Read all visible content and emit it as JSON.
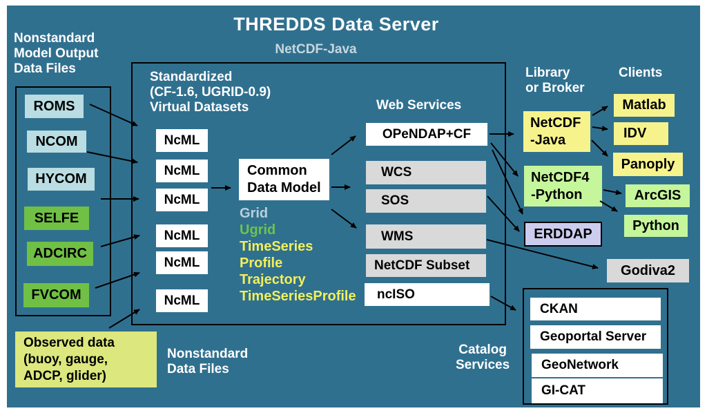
{
  "title": "THREDDS Data Server",
  "netcdf_java_caption": "NetCDF-Java",
  "left_panel": {
    "heading": [
      "Nonstandard",
      "Model Output",
      "Data Files"
    ],
    "sources": [
      "ROMS",
      "NCOM",
      "HYCOM",
      "SELFE",
      "ADCIRC",
      "FVCOM"
    ]
  },
  "standardized_heading": [
    "Standardized",
    "(CF-1.6, UGRID-0.9)",
    "Virtual Datasets"
  ],
  "ncml_label": "NcML",
  "common_data_model": [
    "Common",
    "Data Model"
  ],
  "feature_types": [
    "Grid",
    "Ugrid",
    "TimeSeries",
    "Profile",
    "Trajectory",
    "TimeSeriesProfile"
  ],
  "web_services": {
    "heading": "Web Services",
    "items": [
      "OPeNDAP+CF",
      "WCS",
      "SOS",
      "WMS",
      "NetCDF Subset",
      "ncISO"
    ]
  },
  "library_broker": {
    "heading": [
      "Library",
      "or Broker"
    ],
    "netcdf_java": [
      "NetCDF",
      "-Java"
    ],
    "netcdf4_python": [
      "NetCDF4",
      "-Python"
    ],
    "erddap": "ERDDAP"
  },
  "clients": {
    "heading": "Clients",
    "items": [
      "Matlab",
      "IDV",
      "Panoply",
      "ArcGIS",
      "Python",
      "Godiva2"
    ]
  },
  "catalog_services": {
    "heading": [
      "Catalog",
      "Services"
    ],
    "items": [
      "CKAN",
      "Geoportal Server",
      "GeoNetwork",
      "GI-CAT"
    ]
  },
  "observed_data": [
    "Observed data",
    "(buoy, gauge,",
    "ADCP, glider)"
  ],
  "nonstandard_data_files": [
    "Nonstandard",
    "Data Files"
  ],
  "colors": {
    "background": "#30708f",
    "structured_model_box": "#b9dde2",
    "unstructured_model_box": "#70c045",
    "java_box": "#f7f38c",
    "python_box": "#c5f69b",
    "erddap_box": "#ccccee",
    "service_box": "#d9d9d9",
    "white_box": "#ffffff",
    "observed_box": "#dce87d",
    "feature_grid_text": "#b9cfdd",
    "feature_ugrid_text": "#6fc34a",
    "feature_point_text": "#f2ef5a"
  }
}
